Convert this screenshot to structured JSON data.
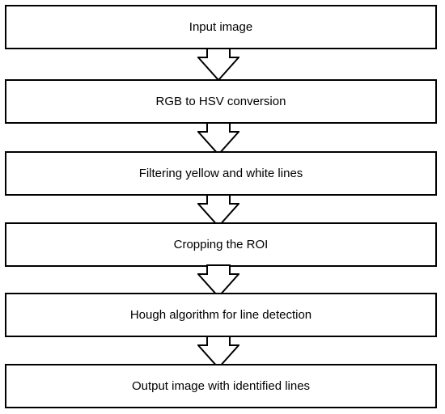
{
  "flowchart": {
    "steps": [
      {
        "label": "Input image"
      },
      {
        "label": "RGB to HSV conversion"
      },
      {
        "label": "Filtering yellow and white lines"
      },
      {
        "label": "Cropping the ROI"
      },
      {
        "label": "Hough algorithm for line detection"
      },
      {
        "label": "Output image with identified lines"
      }
    ],
    "arrow_icon": "down-arrow-icon",
    "colors": {
      "stroke": "#000000",
      "fill": "#ffffff"
    }
  }
}
